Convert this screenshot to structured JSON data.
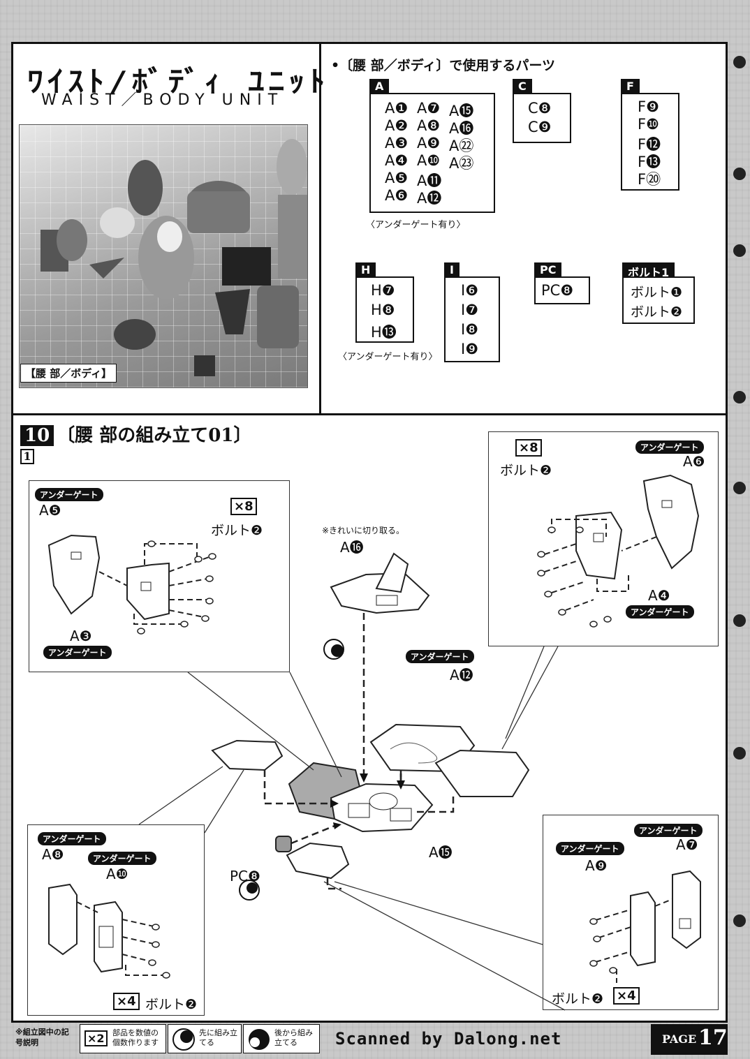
{
  "header": {
    "title_stylized": "ﾜｲｽﾄ/ﾎﾞﾃﾞｨ ﾕﾆｯﾄ",
    "title_en": "WAIST／BODY UNIT",
    "photo_label": "【腰 部／ボディ】"
  },
  "parts": {
    "heading": "•〔腰 部／ボディ〕で使用するパーツ",
    "groups": [
      {
        "tag": "A",
        "items": [
          "A❶",
          "A❷",
          "A❸",
          "A❹",
          "A❺",
          "A❻",
          "A❼",
          "A❽",
          "A❾",
          "A❿",
          "A⓫",
          "A⓬",
          "A⓯",
          "A⓰",
          "A㉒",
          "A㉓"
        ],
        "note": "〈アンダーゲート有り〉"
      },
      {
        "tag": "C",
        "items": [
          "C❽",
          "C❾"
        ]
      },
      {
        "tag": "F",
        "items": [
          "F❾",
          "F❿",
          "F⓬",
          "F⓭",
          "F⑳"
        ]
      },
      {
        "tag": "H",
        "items": [
          "H❼",
          "H❽",
          "H⓭"
        ],
        "note": "〈アンダーゲート有り〉"
      },
      {
        "tag": "I",
        "items": [
          "I❻",
          "I❼",
          "I❽",
          "I❾"
        ]
      },
      {
        "tag": "PC",
        "items": [
          "PC❽"
        ]
      },
      {
        "tag": "ボルト1",
        "items": [
          "ボルト❶",
          "ボルト❷"
        ]
      }
    ]
  },
  "step": {
    "number": "10",
    "title": "〔腰 部の組み立て01〕",
    "sub": "1",
    "under_gate": "アンダーゲート",
    "note_cut": "※きれいに切り取る。",
    "labels": {
      "a5": "A❺",
      "a3": "A❸",
      "a6": "A❻",
      "a4": "A❹",
      "a16": "A⓰",
      "a12": "A⓬",
      "a15": "A⓯",
      "a8": "A❽",
      "a10": "A❿",
      "a9": "A❾",
      "a7": "A❼",
      "pc8": "PC❽"
    },
    "counts": {
      "x8": "×8",
      "x4": "×4"
    },
    "bolt2": "ボルト❷"
  },
  "footer": {
    "legend_title": "※組立図中の記号説明",
    "legend_x2_mark": "×2",
    "legend_x2_text": "部品を数値の個数作ります",
    "legend_first_text": "先に組み立てる",
    "legend_later_text": "後から組み立てる",
    "scanned": "Scanned by Dalong.net",
    "page_word": "PAGE",
    "page_num": "17"
  }
}
